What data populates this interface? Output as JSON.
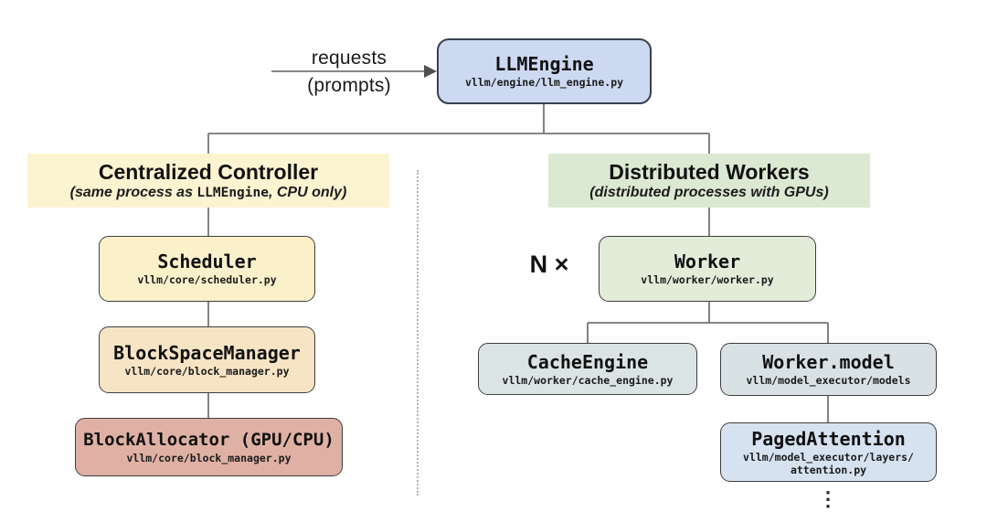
{
  "labels": {
    "requests": "requests",
    "prompts": "(prompts)",
    "multiplier": "N ×",
    "ellipsis": "⋮"
  },
  "sections": {
    "controller": {
      "title": "Centralized Controller",
      "subtitle_pre": "(same process as ",
      "subtitle_code": "LLMEngine",
      "subtitle_post": ", CPU only)",
      "fill": "#fcf3d1"
    },
    "workers": {
      "title": "Distributed Workers",
      "subtitle": "(distributed processes with GPUs)",
      "fill": "#dbe9d3"
    }
  },
  "nodes": {
    "llm_engine": {
      "title": "LLMEngine",
      "path": "vllm/engine/llm_engine.py",
      "fill": "#ccd9f1"
    },
    "scheduler": {
      "title": "Scheduler",
      "path": "vllm/core/scheduler.py",
      "fill": "#faf1cb"
    },
    "block_space_manager": {
      "title": "BlockSpaceManager",
      "path": "vllm/core/block_manager.py",
      "fill": "#f6e4c4"
    },
    "block_allocator": {
      "title": "BlockAllocator (GPU/CPU)",
      "path": "vllm/core/block_manager.py",
      "fill": "#dfb1a4"
    },
    "worker": {
      "title": "Worker",
      "path": "vllm/worker/worker.py",
      "fill": "#e3ebd9"
    },
    "cache_engine": {
      "title": "CacheEngine",
      "path": "vllm/worker/cache_engine.py",
      "fill": "#dbe4e4"
    },
    "worker_model": {
      "title": "Worker.model",
      "path": "vllm/model_executor/models",
      "fill": "#d8e2e4"
    },
    "paged_attention": {
      "title": "PagedAttention",
      "path": "vllm/model_executor/layers/",
      "path2": "attention.py",
      "fill": "#d6e2f0"
    }
  },
  "palette": {
    "connector_line": "#757575",
    "arrowhead": "#4f4f4f",
    "node_border": "#3e3e3e",
    "divider_dots": "#b3b3b3",
    "background": "#ffffff",
    "text": "#141414"
  }
}
